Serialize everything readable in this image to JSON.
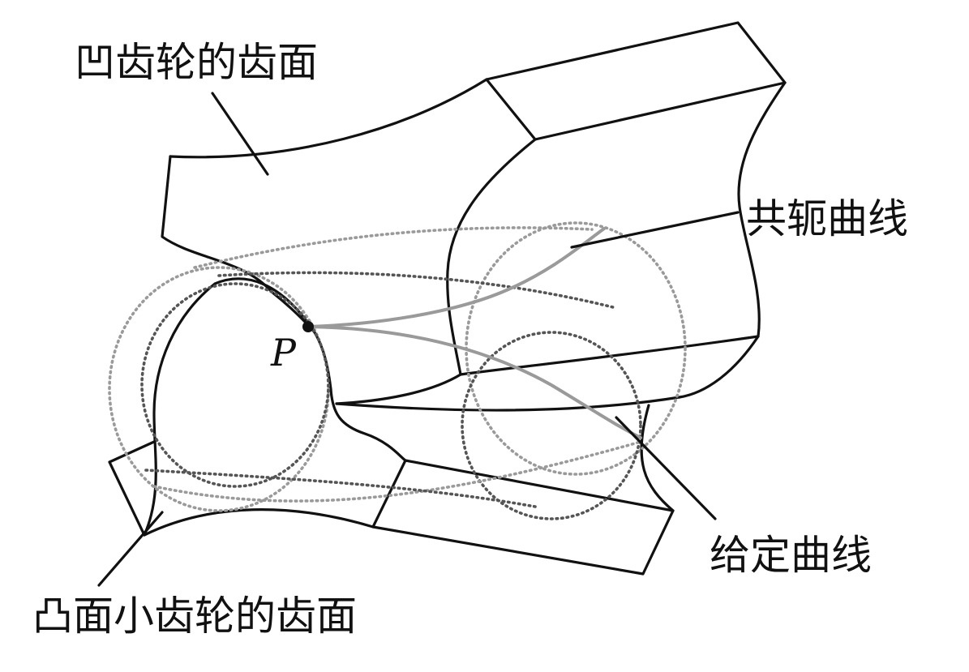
{
  "labels": {
    "concave_face": "凹齿轮的齿面",
    "conjugate_curve": "共轭曲线",
    "given_curve": "给定曲线",
    "convex_face": "凸面小齿轮的齿面",
    "contact_point": "P"
  },
  "colors": {
    "edge": "#111111",
    "dotted_dark": "#555555",
    "dotted_light": "#9a9a9a",
    "curve_gray": "#9a9a9a"
  }
}
